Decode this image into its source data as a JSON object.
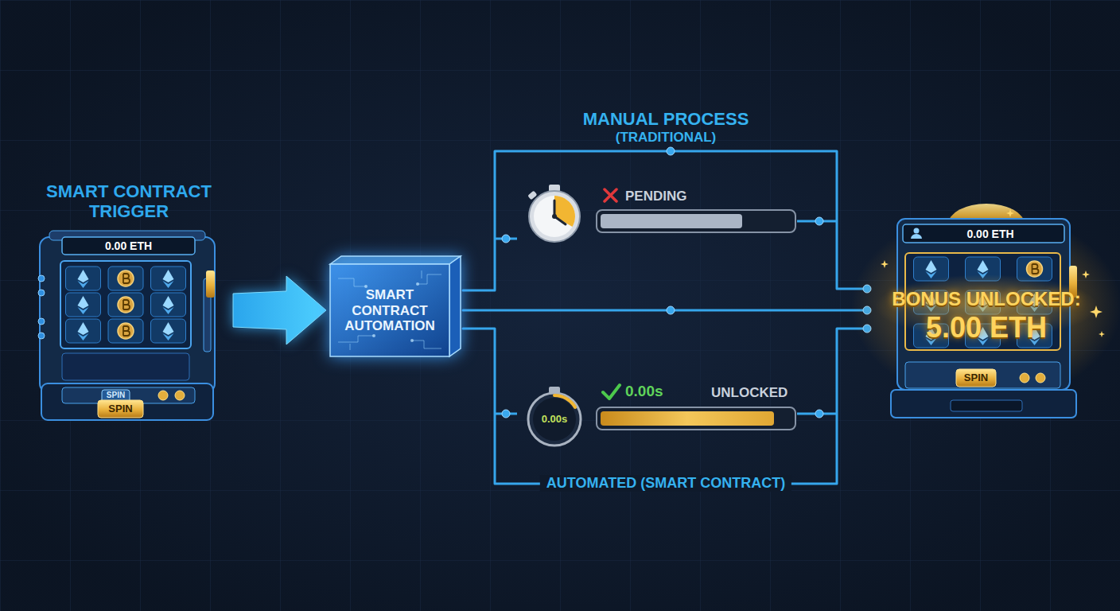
{
  "diagram": {
    "nodes": [
      {
        "text": [
          "SMART CONTRACT TRIGGER",
          "0.00 ETH",
          "SPIN",
          "SPIN"
        ]
      },
      {
        "text": [
          "SMART CONTRACT AUTOMATION"
        ]
      },
      {
        "text": [
          "0.00 ETH",
          "BONUS UNLOCKED: 5.00 ETH",
          "SPIN"
        ]
      }
    ],
    "edges": [
      {
        "from": 0,
        "to": 1,
        "arrow": "to"
      },
      {
        "from": 1,
        "to": 2,
        "arrow": "none",
        "label": "MANUAL PROCESS (TRADITIONAL)"
      },
      {
        "from": 1,
        "to": 2,
        "arrow": "none"
      },
      {
        "from": 1,
        "to": 2,
        "arrow": "none",
        "label": "AUTOMATED (SMART CONTRACT)"
      }
    ],
    "labels": [
      "PENDING",
      "0.00s",
      "0.00s",
      "UNLOCKED"
    ]
  }
}
